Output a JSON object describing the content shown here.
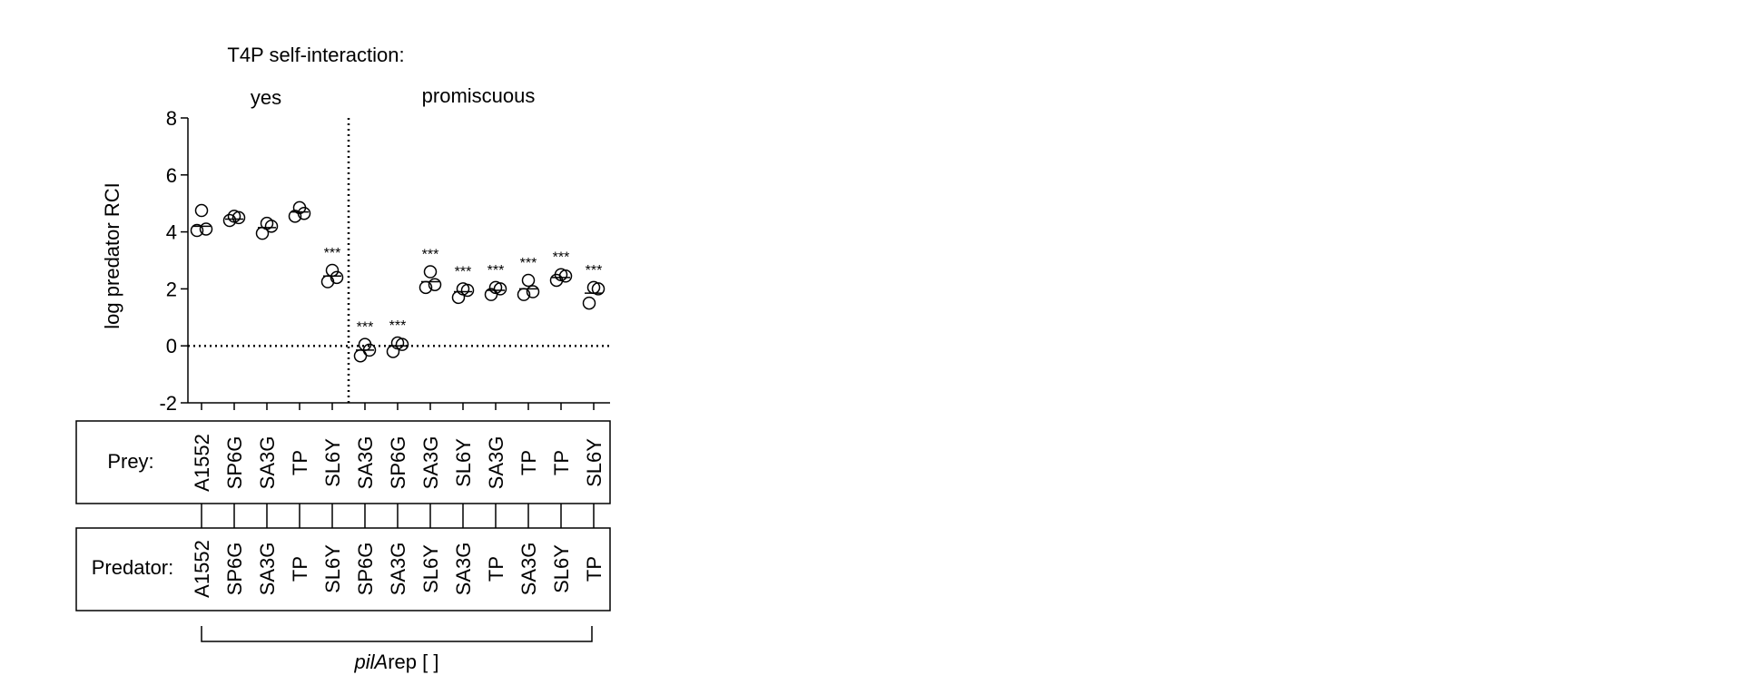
{
  "chart_data": {
    "type": "scatter",
    "title": "T4P self-interaction:",
    "group_labels": [
      "yes",
      "promiscuous"
    ],
    "group_sizes": [
      5,
      8
    ],
    "ylabel": "log predator RCI",
    "ylim": [
      -2,
      8
    ],
    "yticks": [
      -2,
      0,
      2,
      4,
      6,
      8
    ],
    "reference_line": 0,
    "row_labels": {
      "prey": "Prey:",
      "predator": "Predator:"
    },
    "bracket_label_italic": "pilA",
    "bracket_label_rest": "rep [ ]",
    "categories": [
      {
        "prey": "A1552",
        "predator": "A1552",
        "values": [
          4.05,
          4.1,
          4.75
        ],
        "mean": 4.2,
        "sig": ""
      },
      {
        "prey": "SP6G",
        "predator": "SP6G",
        "values": [
          4.4,
          4.5,
          4.55
        ],
        "mean": 4.45,
        "sig": ""
      },
      {
        "prey": "SA3G",
        "predator": "SA3G",
        "values": [
          3.95,
          4.2,
          4.3
        ],
        "mean": 4.15,
        "sig": ""
      },
      {
        "prey": "TP",
        "predator": "TP",
        "values": [
          4.55,
          4.65,
          4.85
        ],
        "mean": 4.7,
        "sig": ""
      },
      {
        "prey": "SL6Y",
        "predator": "SL6Y",
        "values": [
          2.25,
          2.4,
          2.65
        ],
        "mean": 2.45,
        "sig": "***"
      },
      {
        "prey": "SA3G",
        "predator": "SP6G",
        "values": [
          -0.35,
          -0.15,
          0.05
        ],
        "mean": -0.15,
        "sig": "***"
      },
      {
        "prey": "SP6G",
        "predator": "SA3G",
        "values": [
          -0.2,
          0.05,
          0.1
        ],
        "mean": 0.0,
        "sig": "***"
      },
      {
        "prey": "SA3G",
        "predator": "SL6Y",
        "values": [
          2.05,
          2.15,
          2.6
        ],
        "mean": 2.25,
        "sig": "***"
      },
      {
        "prey": "SL6Y",
        "predator": "SA3G",
        "values": [
          1.7,
          1.95,
          2.0
        ],
        "mean": 1.9,
        "sig": "***"
      },
      {
        "prey": "SA3G",
        "predator": "TP",
        "values": [
          1.8,
          2.0,
          2.05
        ],
        "mean": 1.95,
        "sig": "***"
      },
      {
        "prey": "TP",
        "predator": "SA3G",
        "values": [
          1.8,
          1.9,
          2.3
        ],
        "mean": 2.0,
        "sig": "***"
      },
      {
        "prey": "TP",
        "predator": "SL6Y",
        "values": [
          2.3,
          2.45,
          2.5
        ],
        "mean": 2.4,
        "sig": "***"
      },
      {
        "prey": "SL6Y",
        "predator": "TP",
        "values": [
          1.5,
          2.0,
          2.05
        ],
        "mean": 1.85,
        "sig": "***"
      }
    ]
  }
}
